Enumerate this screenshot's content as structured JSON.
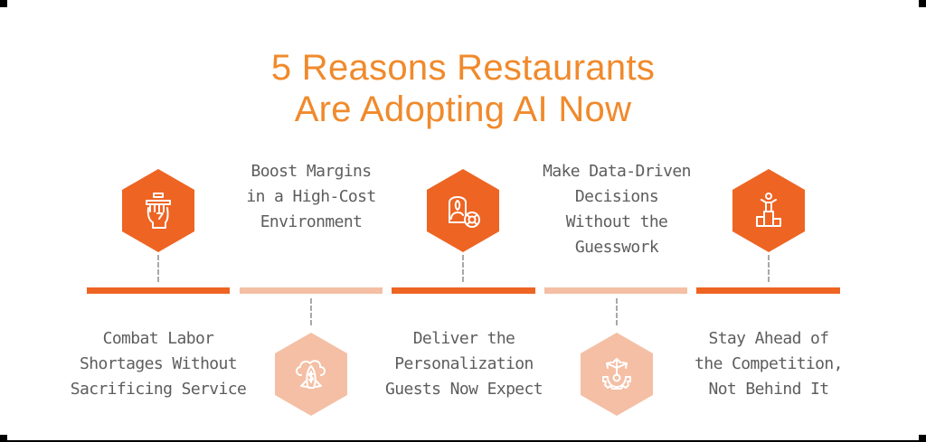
{
  "title": {
    "line1": "5 Reasons Restaurants",
    "line2": "Are Adopting AI Now"
  },
  "colors": {
    "title": "#f08a2c",
    "accent_dark": "#ee6423",
    "accent_light": "#f4bfa4",
    "text": "#5d5d5d",
    "connector": "#a9a9a9"
  },
  "reasons": [
    {
      "position": "top-icon",
      "icon": "hand-holding-bar-icon",
      "tone": "dark",
      "lines": [
        "Combat Labor",
        "Shortages Without",
        "Sacrificing Service"
      ]
    },
    {
      "position": "bottom-icon",
      "icon": "rocket-dollar-icon",
      "tone": "light",
      "lines": [
        "Boost Margins",
        "in a High-Cost",
        "Environment"
      ]
    },
    {
      "position": "top-icon",
      "icon": "person-support-icon",
      "tone": "dark",
      "lines": [
        "Deliver the",
        "Personalization",
        "Guests Now Expect"
      ]
    },
    {
      "position": "bottom-icon",
      "icon": "gear-arrows-icon",
      "tone": "light",
      "lines": [
        "Make Data-Driven",
        "Decisions",
        "Without the",
        "Guesswork"
      ]
    },
    {
      "position": "top-icon",
      "icon": "podium-icon",
      "tone": "dark",
      "lines": [
        "Stay Ahead of",
        "the Competition,",
        "Not Behind It"
      ]
    }
  ]
}
